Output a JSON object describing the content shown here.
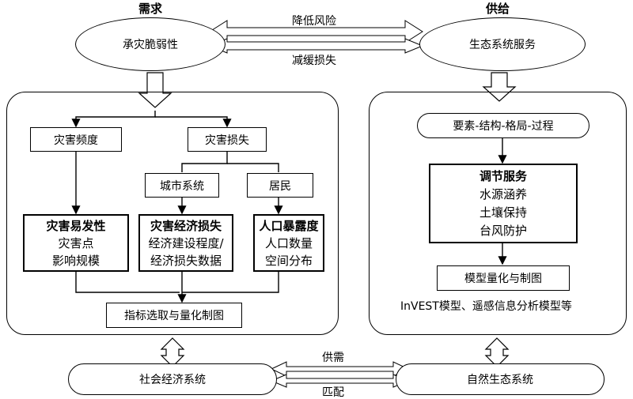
{
  "headers": {
    "demand": "需求",
    "supply": "供给"
  },
  "top": {
    "left_ellipse": "承灾脆弱性",
    "right_ellipse": "生态系统服务",
    "arrow_label_top": "降低风险",
    "arrow_label_bottom": "减缓损失"
  },
  "left_panel": {
    "disaster_frequency": "灾害频度",
    "disaster_loss": "灾害损失",
    "urban_system": "城市系统",
    "residents": "居民",
    "susceptibility": {
      "title": "灾害易发性",
      "lines": [
        "灾害点",
        "影响规模"
      ]
    },
    "economic_loss": {
      "title": "灾害经济损失",
      "lines": [
        "经济建设程度/",
        "经济损失数据"
      ]
    },
    "exposure": {
      "title": "人口暴露度",
      "lines": [
        "人口数量",
        "空间分布"
      ]
    },
    "indicator": "指标选取与量化制图"
  },
  "right_panel": {
    "elements": "要素-结构-格局-过程",
    "regulation": {
      "title": "调节服务",
      "lines": [
        "水源涵养",
        "土壤保持",
        "台风防护"
      ]
    },
    "model": "模型量化与制图",
    "model_note": "InVEST模型、遥感信息分析模型等"
  },
  "bottom": {
    "left_pill": "社会经济系统",
    "right_pill": "自然生态系统",
    "arrow_label_top": "供需",
    "arrow_label_bottom": "匹配"
  }
}
